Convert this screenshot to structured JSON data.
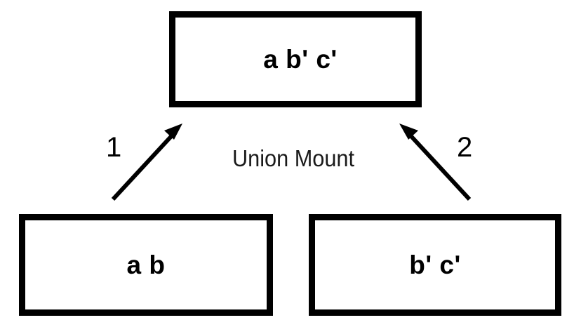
{
  "diagram": {
    "title": "Union Mount",
    "caption": "Union Mount",
    "background_color": "#ffffff",
    "stroke_color": "#000000",
    "nodes": [
      {
        "id": "merged",
        "label": "a b' c'",
        "role": "union-result",
        "position": "top-center"
      },
      {
        "id": "lower",
        "label": "a b",
        "role": "source-branch",
        "position": "bottom-left"
      },
      {
        "id": "upper",
        "label": "b' c'",
        "role": "source-branch",
        "position": "bottom-right"
      }
    ],
    "edges": [
      {
        "id": "edge-1",
        "label": "1",
        "from": "lower",
        "to": "merged",
        "direction": "up-right"
      },
      {
        "id": "edge-2",
        "label": "2",
        "from": "upper",
        "to": "merged",
        "direction": "up-left"
      }
    ]
  }
}
